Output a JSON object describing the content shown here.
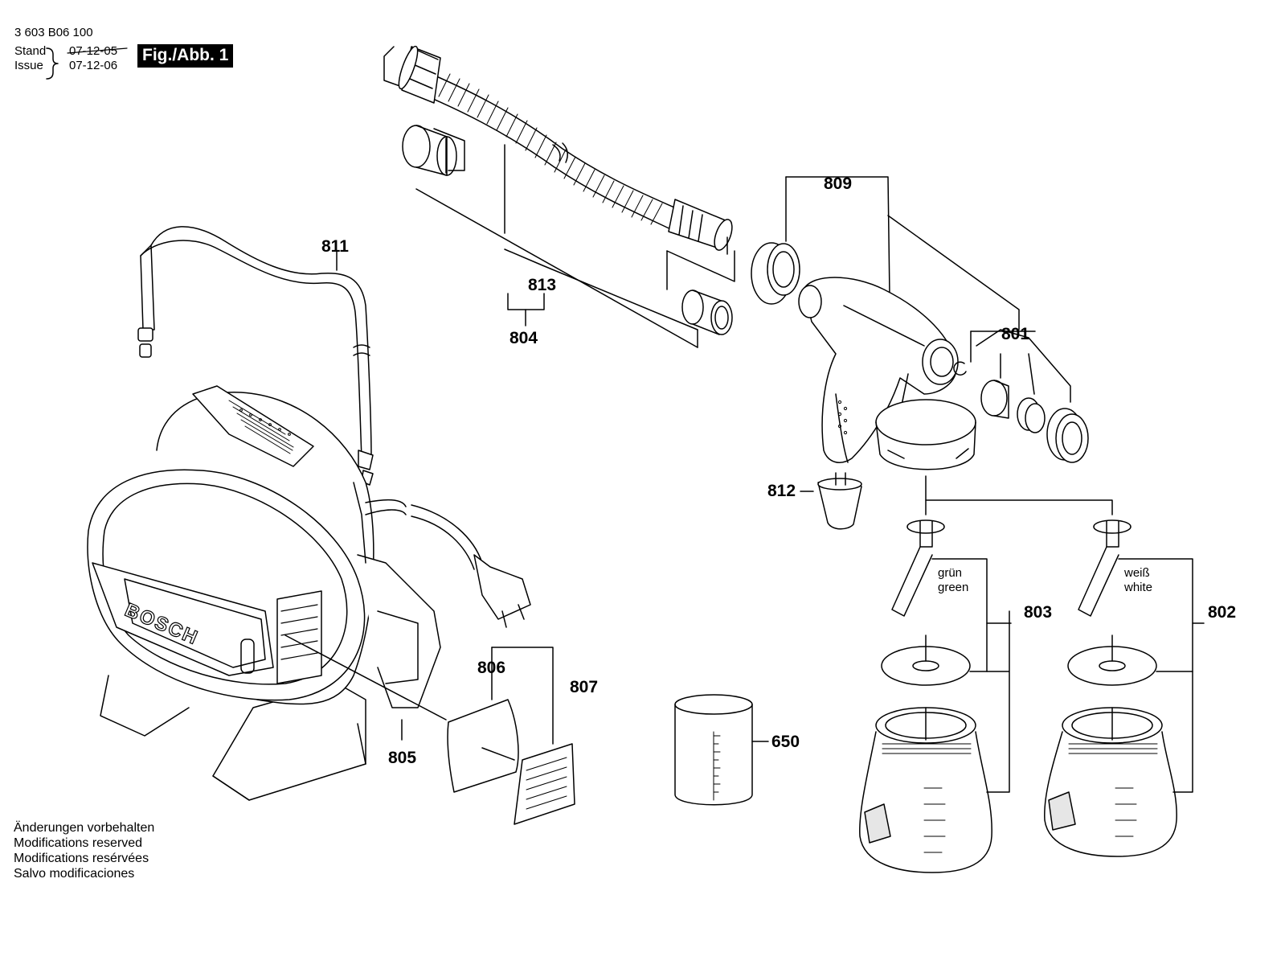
{
  "header": {
    "part_number": "3 603 B06 100",
    "stand_label": "Stand",
    "issue_label": "Issue",
    "stand_date": "07-12-05",
    "issue_date": "07-12-06",
    "figure_label": "Fig./Abb. 1"
  },
  "callouts": {
    "c811": "811",
    "c813": "813",
    "c804": "804",
    "c809": "809",
    "c801": "801",
    "c812": "812",
    "c803": "803",
    "c802": "802",
    "c806": "806",
    "c807": "807",
    "c805": "805",
    "c650": "650"
  },
  "color_labels": {
    "green_de": "grün",
    "green_en": "green",
    "white_de": "weiß",
    "white_en": "white"
  },
  "brand": {
    "logo_text": "BOSCH"
  },
  "notes": [
    "Änderungen vorbehalten",
    "Modifications reserved",
    "Modifications resérvées",
    "Salvo modificaciones"
  ],
  "colors": {
    "ink": "#000000",
    "paper": "#ffffff",
    "shade": "#e6e6e6"
  }
}
